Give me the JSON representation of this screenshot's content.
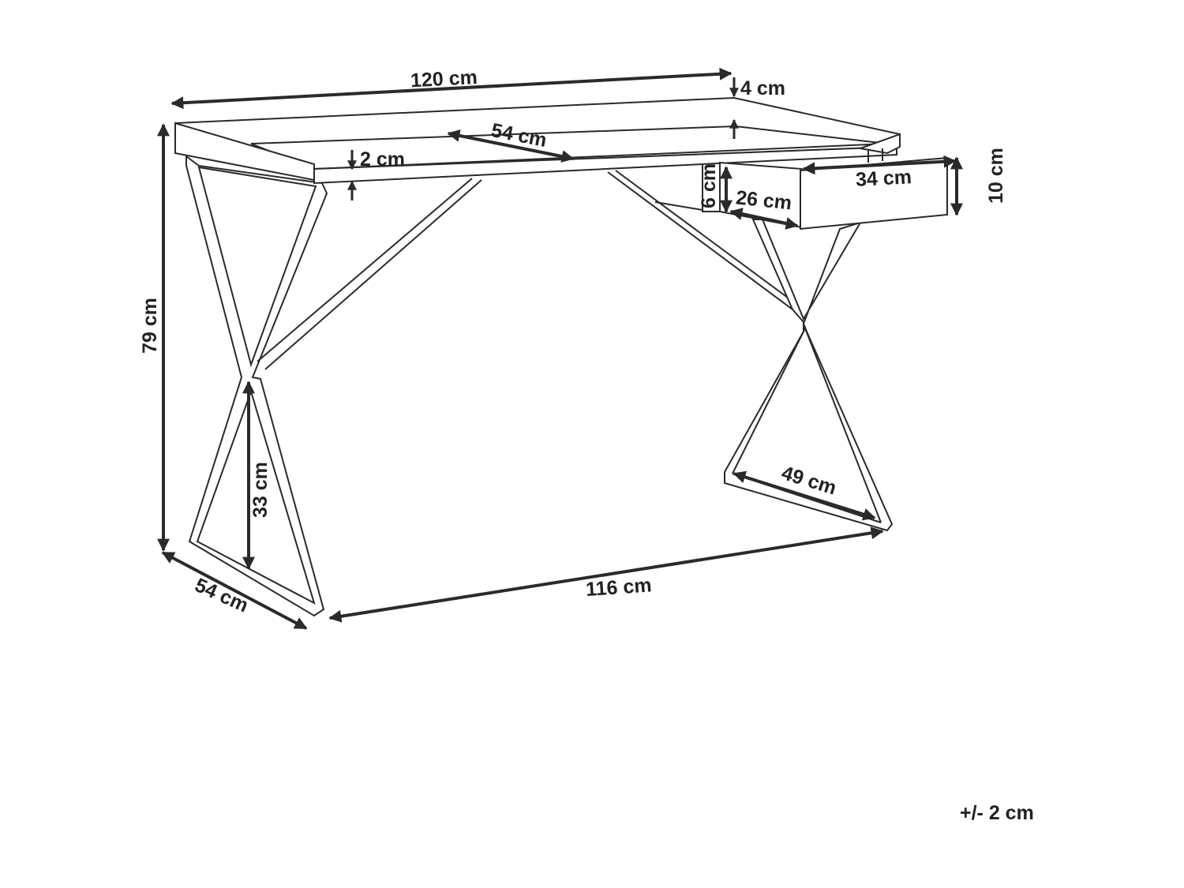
{
  "diagram": {
    "dimensions": {
      "width_top": "120 cm",
      "top_lip_height": "4 cm",
      "depth_top": "54 cm",
      "top_thickness": "2 cm",
      "drawer_front_width": "34 cm",
      "drawer_front_height": "10 cm",
      "drawer_inner_height": "6 cm",
      "drawer_inner_depth": "26 cm",
      "total_height": "79 cm",
      "crossing_height": "33 cm",
      "base_depth_right": "49 cm",
      "base_width": "116 cm",
      "base_depth_left": "54 cm"
    },
    "tolerance": "+/- 2 cm"
  }
}
